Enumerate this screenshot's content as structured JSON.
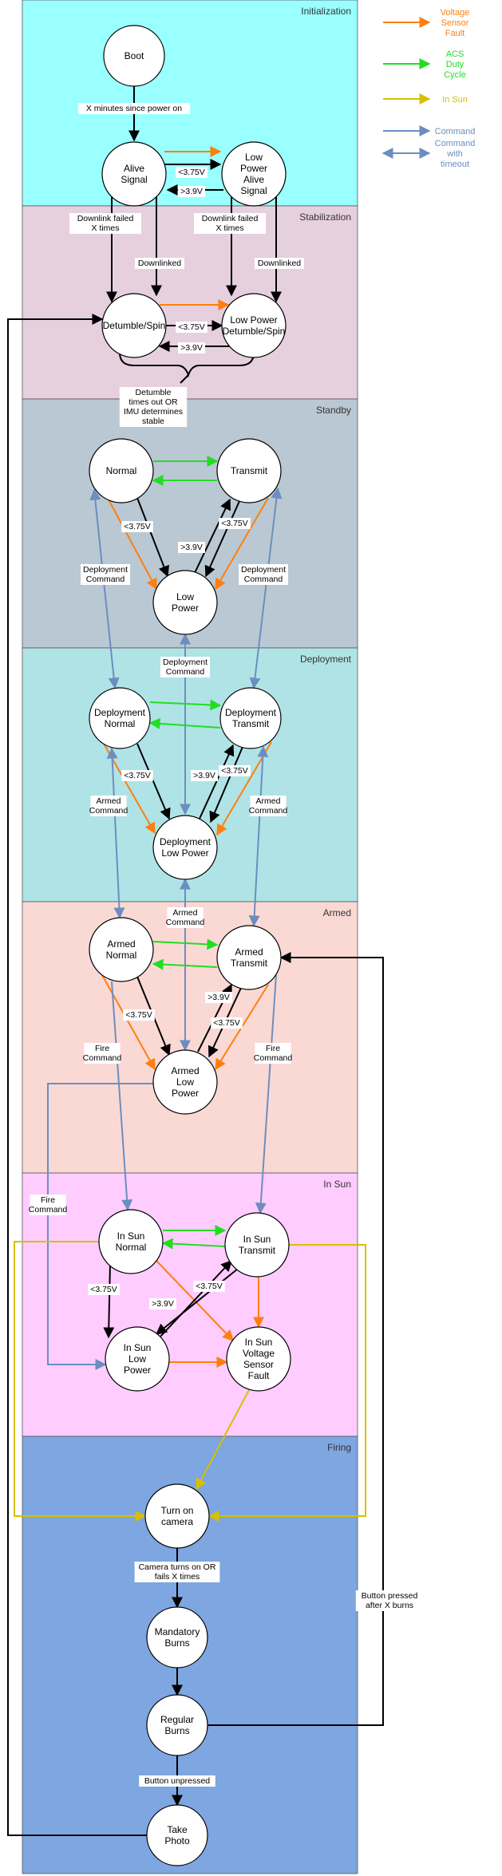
{
  "colors": {
    "black": "#000000",
    "orange": "#ff7f0e",
    "green": "#22dd22",
    "yellow": "#d6c000",
    "blue": "#6c8ebf"
  },
  "legend": [
    {
      "label": "Voltage Sensor Fault",
      "color": "orange",
      "double": false
    },
    {
      "label": "ACS Duty Cycle",
      "color": "green",
      "double": false
    },
    {
      "label": "In Sun",
      "color": "yellow",
      "double": false
    },
    {
      "label": "Command",
      "color": "blue",
      "double": false
    },
    {
      "label": "Command with timeout",
      "color": "blue",
      "double": true
    }
  ],
  "regions": [
    {
      "id": "init",
      "title": "Initialization",
      "fill": "#99ffff"
    },
    {
      "id": "stab",
      "title": "Stabilization",
      "fill": "#e6d0de"
    },
    {
      "id": "standby",
      "title": "Standby",
      "fill": "#bac8d3"
    },
    {
      "id": "deploy",
      "title": "Deployment",
      "fill": "#b0e3e6"
    },
    {
      "id": "armed",
      "title": "Armed",
      "fill": "#fad9d5"
    },
    {
      "id": "insun",
      "title": "In Sun",
      "fill": "#ffccff"
    },
    {
      "id": "firing",
      "title": "Firing",
      "fill": "#7ea6e0"
    }
  ],
  "states": [
    {
      "id": "boot",
      "lines": [
        "Boot"
      ]
    },
    {
      "id": "alive",
      "lines": [
        "Alive",
        "Signal"
      ]
    },
    {
      "id": "lpalive",
      "lines": [
        "Low",
        "Power",
        "Alive",
        "Signal"
      ]
    },
    {
      "id": "detumble",
      "lines": [
        "Detumble/Spin"
      ]
    },
    {
      "id": "lpdetumble",
      "lines": [
        "Low Power",
        "Detumble/Spin"
      ]
    },
    {
      "id": "normal",
      "lines": [
        "Normal"
      ]
    },
    {
      "id": "transmit",
      "lines": [
        "Transmit"
      ]
    },
    {
      "id": "lowpower",
      "lines": [
        "Low",
        "Power"
      ]
    },
    {
      "id": "dnormal",
      "lines": [
        "Deployment",
        "Normal"
      ]
    },
    {
      "id": "dtransmit",
      "lines": [
        "Deployment",
        "Transmit"
      ]
    },
    {
      "id": "dlowpower",
      "lines": [
        "Deployment",
        "Low Power"
      ]
    },
    {
      "id": "anormal",
      "lines": [
        "Armed",
        "Normal"
      ]
    },
    {
      "id": "atransmit",
      "lines": [
        "Armed",
        "Transmit"
      ]
    },
    {
      "id": "alowpower",
      "lines": [
        "Armed",
        "Low",
        "Power"
      ]
    },
    {
      "id": "snormal",
      "lines": [
        "In Sun",
        "Normal"
      ]
    },
    {
      "id": "stransmit",
      "lines": [
        "In Sun",
        "Transmit"
      ]
    },
    {
      "id": "slowpower",
      "lines": [
        "In Sun",
        "Low",
        "Power"
      ]
    },
    {
      "id": "sfault",
      "lines": [
        "In Sun",
        "Voltage",
        "Sensor",
        "Fault"
      ]
    },
    {
      "id": "camera",
      "lines": [
        "Turn on",
        "camera"
      ]
    },
    {
      "id": "mandatory",
      "lines": [
        "Mandatory",
        "Burns"
      ]
    },
    {
      "id": "regular",
      "lines": [
        "Regular",
        "Burns"
      ]
    },
    {
      "id": "photo",
      "lines": [
        "Take",
        "Photo"
      ]
    }
  ],
  "labels": {
    "x_minutes": [
      "X minutes since power on"
    ],
    "lt375": [
      "<3.75V"
    ],
    "gt39": [
      ">3.9V"
    ],
    "downlink_failed": [
      "Downlink failed",
      "X times"
    ],
    "downlinked": [
      "Downlinked"
    ],
    "detumble_timeout": [
      "Detumble",
      "times out OR",
      "IMU determines",
      "stable"
    ],
    "deployment_command": [
      "Deployment",
      "Command"
    ],
    "armed_command": [
      "Armed",
      "Command"
    ],
    "fire_command": [
      "Fire",
      "Command"
    ],
    "camera_turns_on": [
      "Camera turns on OR",
      "fails X times"
    ],
    "button_pressed": [
      "Button pressed",
      "after X burns"
    ],
    "button_unpressed": [
      "Button unpressed"
    ]
  }
}
